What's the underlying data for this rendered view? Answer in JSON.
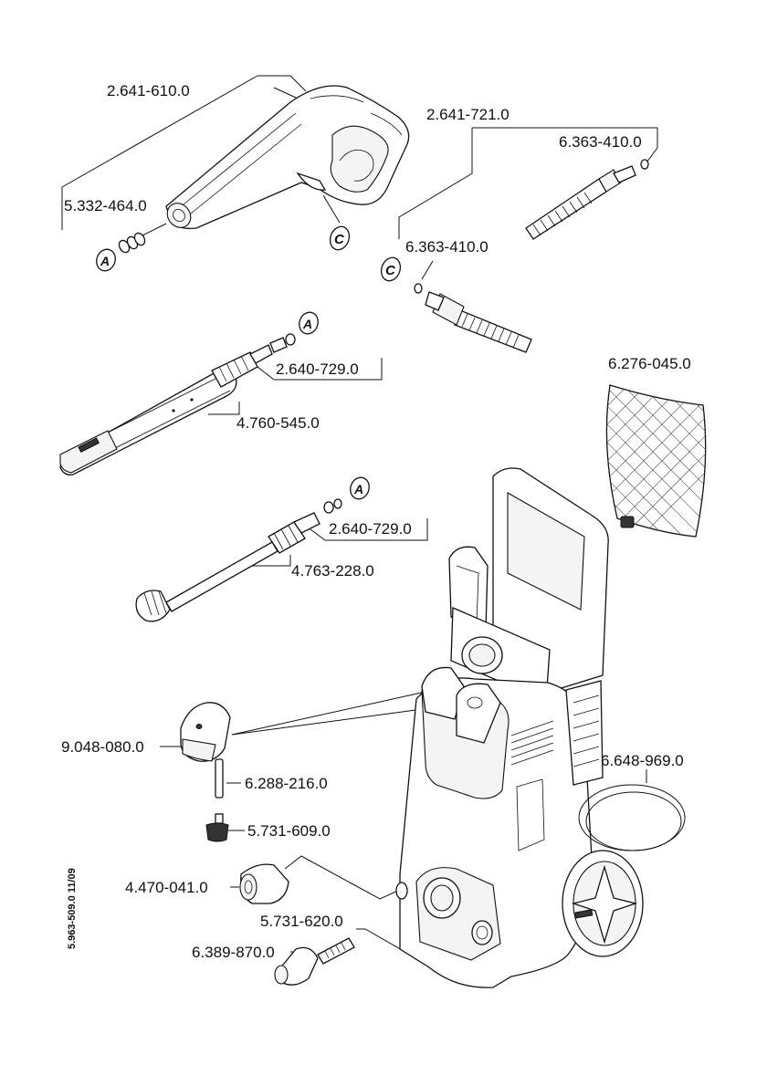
{
  "doc_code": "5.963-509.0  11/09",
  "callout_letters": {
    "a": "A",
    "c": "C"
  },
  "parts": [
    {
      "number": "2.641-610.0"
    },
    {
      "number": "5.332-464.0"
    },
    {
      "number": "2.641-721.0"
    },
    {
      "number": "6.363-410.0"
    },
    {
      "number": "6.363-410.0"
    },
    {
      "number": "2.640-729.0"
    },
    {
      "number": "4.760-545.0"
    },
    {
      "number": "6.276-045.0"
    },
    {
      "number": "2.640-729.0"
    },
    {
      "number": "4.763-228.0"
    },
    {
      "number": "9.048-080.0"
    },
    {
      "number": "6.288-216.0"
    },
    {
      "number": "6.648-969.0"
    },
    {
      "number": "5.731-609.0"
    },
    {
      "number": "4.470-041.0"
    },
    {
      "number": "5.731-620.0"
    },
    {
      "number": "6.389-870.0"
    }
  ]
}
